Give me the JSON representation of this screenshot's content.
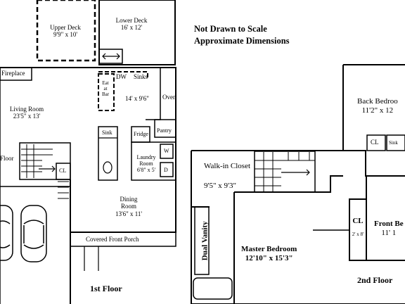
{
  "notes": {
    "line1": "Not Drawn to Scale",
    "line2": "Approximate Dimensions"
  },
  "floors": {
    "first": {
      "title": "1st Floor",
      "rooms": {
        "upper_deck": {
          "name": "Upper Deck",
          "dims": "9'9\" x 10'"
        },
        "lower_deck": {
          "name": "Lower Deck",
          "dims": "16' x 12'"
        },
        "fireplace": {
          "name": "Fireplace"
        },
        "living_room": {
          "name": "Living Room",
          "dims": "23'5\" x 13'"
        },
        "dw": "DW",
        "sinks": "Sinks",
        "eat_at_bar": "Eat at Bar",
        "kitchen": {
          "dims": "14' x 9'6\""
        },
        "oven": "Oven",
        "pantry": "Pantry",
        "fridge": "Fridge",
        "sink": "Sink",
        "laundry": {
          "name": "Laundry Room",
          "dims": "6'8\" x 5'"
        },
        "washer": "W",
        "dryer": "D",
        "closet": "CL",
        "dining_room": {
          "name": "Dining Room",
          "dims": "13'6\" x 11'"
        },
        "covered_porch": "Covered Front Porch",
        "floor_partial": "Floor"
      }
    },
    "second": {
      "title": "2nd Floor",
      "rooms": {
        "back_bedroom": {
          "name": "Back Bedroo",
          "dims": "11'2\" x 12"
        },
        "back_closet": "CL",
        "back_sink": "Sink",
        "walk_in_closet": {
          "name": "Walk-in Closet",
          "dims": "9'5\" x 9'3\""
        },
        "dual_vanity": "Dual Vanity",
        "master_bedroom": {
          "name": "Master Bedroom",
          "dims": "12'10\" x 15'3\""
        },
        "front_closet": {
          "name": "CL",
          "dims": "2' x 8'"
        },
        "front_bedroom": {
          "name": "Front Be",
          "dims": "11' 1"
        }
      }
    }
  }
}
